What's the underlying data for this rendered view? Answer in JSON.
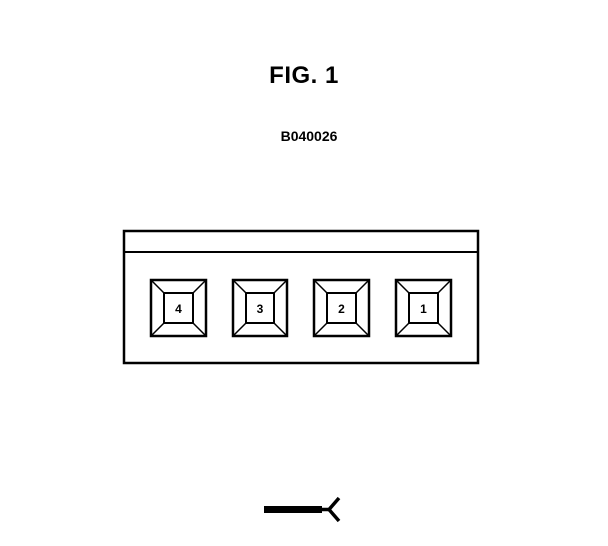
{
  "figure": {
    "title": "FIG. 1",
    "code": "B040026"
  },
  "connector": {
    "cavities": [
      {
        "label": "4"
      },
      {
        "label": "3"
      },
      {
        "label": "2"
      },
      {
        "label": "1"
      }
    ]
  },
  "view_symbol": {
    "icon": "connector-view-arrow-icon"
  },
  "colors": {
    "line": "#000000",
    "background": "#ffffff"
  }
}
